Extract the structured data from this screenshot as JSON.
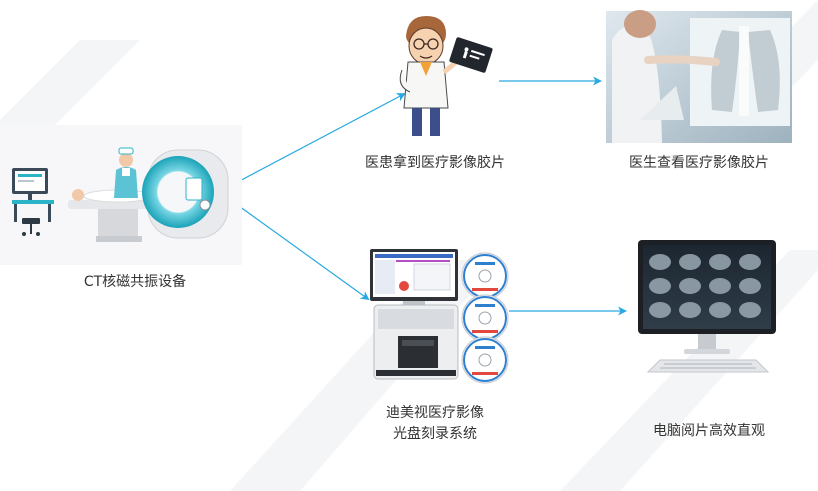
{
  "nodes": {
    "ct": {
      "label": "CT核磁共振设备"
    },
    "patient": {
      "label": "医患拿到医疗影像胶片"
    },
    "doctor": {
      "label": "医生查看医疗影像胶片"
    },
    "burner": {
      "line1": "迪美视医疗影像",
      "line2": "光盘刻录系统"
    },
    "pc": {
      "label": "电脑阅片高效直观"
    }
  },
  "colors": {
    "arrow": "#29a9e1",
    "machine_ring": "#2bb3c8",
    "background_stripe": "#f4f4f6"
  }
}
